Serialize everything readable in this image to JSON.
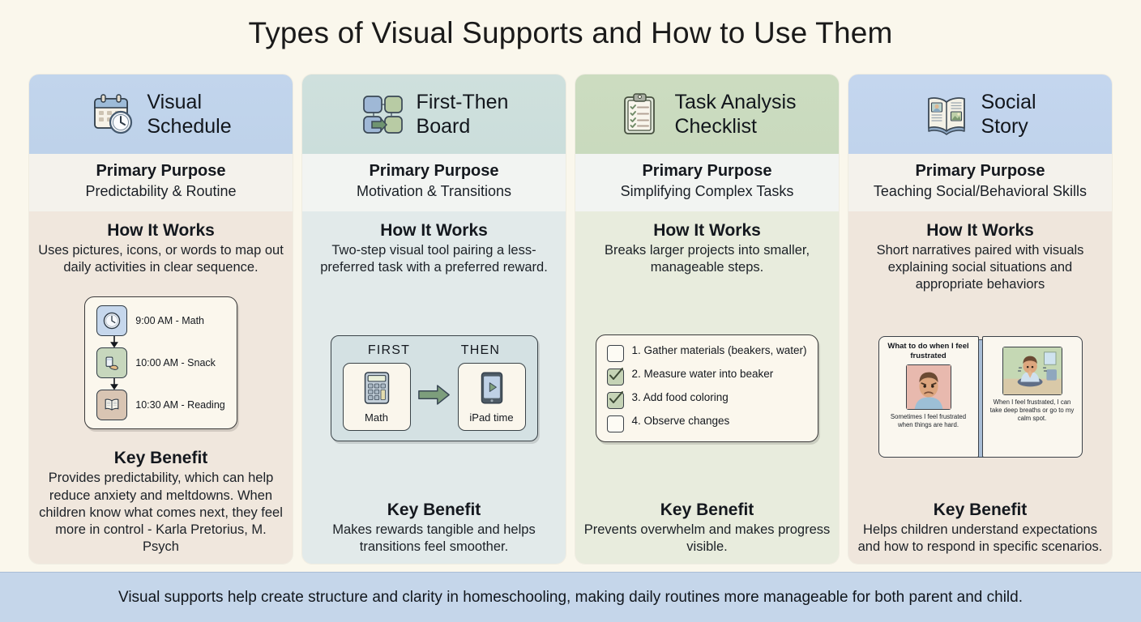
{
  "title": "Types of Visual Supports and How to Use Them",
  "footer": {
    "text": "Visual supports help create structure and clarity in homeschooling, making daily routines more manageable for both parent and child."
  },
  "labels": {
    "purpose_heading": "Primary Purpose",
    "how_heading": "How It Works",
    "benefit_heading": "Key Benefit"
  },
  "colors": {
    "page_bg": "#faf7ec",
    "footer_bg": "#c5d6ea",
    "col1_head": "#c2d5ec",
    "col1_body": "#f0e7dd",
    "col2_head": "#cfe0dd",
    "col2_body": "#e2eaea",
    "col3_head": "#ccdcc0",
    "col3_body": "#e8ecdd",
    "col4_head": "#c4d6ee",
    "col4_body": "#efe6dc"
  },
  "columns": [
    {
      "id": "visual-schedule",
      "icon": "calendar-clock-icon",
      "title": "Visual\nSchedule",
      "purpose": "Predictability & Routine",
      "how_it_works": "Uses pictures, icons, or words to map out daily activities in clear sequence.",
      "key_benefit": "Provides predictability, which can help reduce anxiety and meltdowns. When children know what comes next, they feel more in control - Karla Pretorius, M. Psych",
      "illustration": {
        "type": "schedule-list",
        "rows": [
          {
            "icon": "clock-icon",
            "label": "9:00 AM - Math"
          },
          {
            "icon": "snack-icon",
            "label": "10:00 AM - Snack"
          },
          {
            "icon": "book-icon",
            "label": "10:30 AM - Reading"
          }
        ]
      }
    },
    {
      "id": "first-then-board",
      "icon": "flow-diagram-icon",
      "title": "First-Then\nBoard",
      "purpose": "Motivation & Transitions",
      "how_it_works": "Two-step visual tool pairing a less-preferred task with a preferred reward.",
      "key_benefit": "Makes rewards tangible and helps transitions feel smoother.",
      "illustration": {
        "type": "first-then-board",
        "first_heading": "FIRST",
        "then_heading": "THEN",
        "first_label": "Math",
        "first_icon": "calculator-icon",
        "then_label": "iPad time",
        "then_icon": "tablet-play-icon"
      }
    },
    {
      "id": "task-analysis-checklist",
      "icon": "clipboard-check-icon",
      "title": "Task Analysis\nChecklist",
      "purpose": "Simplifying Complex Tasks",
      "how_it_works": "Breaks larger projects into smaller, manageable steps.",
      "key_benefit": "Prevents overwhelm and makes progress visible.",
      "illustration": {
        "type": "checklist",
        "items": [
          {
            "text": "1. Gather materials (beakers, water)",
            "checked": false
          },
          {
            "text": "2. Measure water into beaker",
            "checked": true
          },
          {
            "text": "3. Add food coloring",
            "checked": true
          },
          {
            "text": "4. Observe changes",
            "checked": false
          }
        ]
      }
    },
    {
      "id": "social-story",
      "icon": "open-book-icon",
      "title": "Social\nStory",
      "purpose": "Teaching Social/Behavioral Skills",
      "how_it_works": "Short narratives paired with visuals explaining social situations and appropriate behaviors",
      "key_benefit": "Helps children understand expectations and how to respond in specific scenarios.",
      "illustration": {
        "type": "open-book",
        "left_page": {
          "title": "What to do when I feel frustrated",
          "picture": "frustrated-child-icon",
          "caption": "Sometimes I feel frustrated when things are hard."
        },
        "right_page": {
          "picture": "calm-breathing-child-icon",
          "caption": "When I feel frustrated, I can take deep breaths or go to my calm spot."
        }
      }
    }
  ]
}
